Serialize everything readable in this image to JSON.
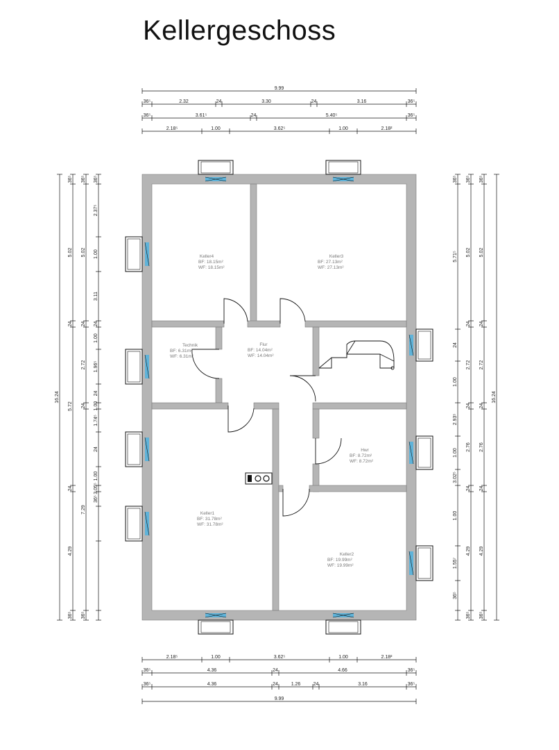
{
  "title": "Kellergeschoss",
  "rooms": [
    {
      "name": "Keller4",
      "bf": "BF:  18.15m²",
      "wf": "WF:  18.15m²"
    },
    {
      "name": "Keller3",
      "bf": "BF:  27.13m²",
      "wf": "WF:  27.13m²"
    },
    {
      "name": "Technik",
      "bf": "BF:  6.31m²",
      "wf": "WF:  6.31m²"
    },
    {
      "name": "Flur",
      "bf": "BF:  14.04m²",
      "wf": "WF:  14.04m²"
    },
    {
      "name": "Hwr",
      "bf": "BF:  8.72m²",
      "wf": "WF:  8.72m²"
    },
    {
      "name": "Keller1",
      "bf": "BF:  31.78m²",
      "wf": "WF:  31.78m²"
    },
    {
      "name": "Keller2",
      "bf": "BF:  19.99m²",
      "wf": "WF:  19.99m²"
    }
  ],
  "dims": {
    "top": [
      [
        "9.99"
      ],
      [
        "36⁵",
        "2.32",
        "24",
        "3.30",
        "24",
        "3.16",
        "36⁵"
      ],
      [
        "36⁵",
        "3.61⁵",
        "24",
        "5.40⁵",
        "36⁵"
      ],
      [
        "2.18⁵",
        "1.00",
        "3.62⁵",
        "1.00",
        "2.18²"
      ]
    ],
    "bottom": [
      [
        "2.18⁵",
        "1.00",
        "3.62⁵",
        "1.00",
        "2.18²"
      ],
      [
        "36⁵",
        "4.36",
        "24",
        "4.66",
        "36⁵"
      ],
      [
        "36⁵",
        "4.36",
        "24",
        "1.26",
        "24",
        "3.16",
        "36⁵"
      ],
      [
        "9.99"
      ]
    ],
    "left": [
      [
        "16.24"
      ],
      [
        "36⁵",
        "5.02",
        "24",
        "5.72",
        "24",
        "4.29",
        "36⁵"
      ],
      [
        "36⁵",
        "5.02",
        "24",
        "2.72",
        "24",
        "7.29",
        "36⁵"
      ],
      [
        "36⁵",
        "2.37⁵",
        "1.00",
        "3.11",
        "24",
        "1.00",
        "1.96⁵",
        "24",
        "1.00",
        "1.74⁵",
        "24",
        "1.00",
        "3.05⁵",
        "36⁵"
      ]
    ],
    "right": [
      [
        "36⁵",
        "5.71⁵",
        "24",
        "1.00",
        "2.93⁵",
        "1.00",
        "3.02⁵",
        "1.00",
        "1.55⁷",
        "36⁵"
      ],
      [
        "36⁵",
        "5.02",
        "24",
        "2.72",
        "24",
        "2.76",
        "24",
        "4.29",
        "36⁵"
      ],
      [
        "36⁵",
        "5.02",
        "24",
        "2.72",
        "24",
        "2.76",
        "24",
        "4.29",
        "36⁵"
      ],
      [
        "16.24"
      ]
    ]
  }
}
